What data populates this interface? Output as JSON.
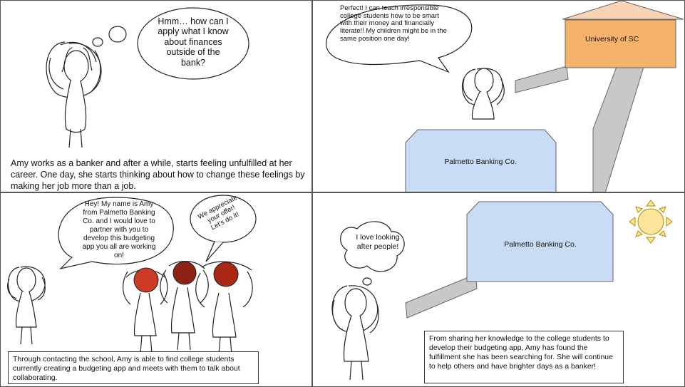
{
  "panel1": {
    "thought": "Hmm… how can I apply what I know about finances outside of the bank?",
    "caption": "Amy works as a banker and after a while, starts feeling unfulfilled at her career. One day, she starts thinking about how to change these feelings by making her job more than a job."
  },
  "panel2": {
    "speech": "Perfect! I can teach irresponsible college students how to be smart with their money and financially literate!! My children might be in the same position one day!",
    "university": "University of SC",
    "bank": "Palmetto Banking Co."
  },
  "panel3": {
    "amy_speech": "Hey! My name is Amy from Palmetto Banking Co. and I would love to partner with you to develop this budgeting app you all are working on!",
    "students_speech": "We appreciate your offer! Let's do it!",
    "caption": "Through contacting the school, Amy is able to find college students currently creating a budgeting app and meets with them to talk about collaborating."
  },
  "panel4": {
    "thought": "I love looking after people!",
    "bank": "Palmetto Banking Co.",
    "caption": "From sharing her knowledge to the college students to develop their budgeting app, Amy has found the fulfillment she has been searching for. She will continue to help others and have brighter days as a banker!"
  },
  "colors": {
    "university_roof": "#f8d3b4",
    "university_wall": "#f5b26b",
    "bank_fill": "#c9dcf5",
    "road": "#c8c8c8",
    "hair_red": "#cc3b26",
    "hair_dark_red": "#8e2214",
    "sun": "#fbe59a"
  }
}
